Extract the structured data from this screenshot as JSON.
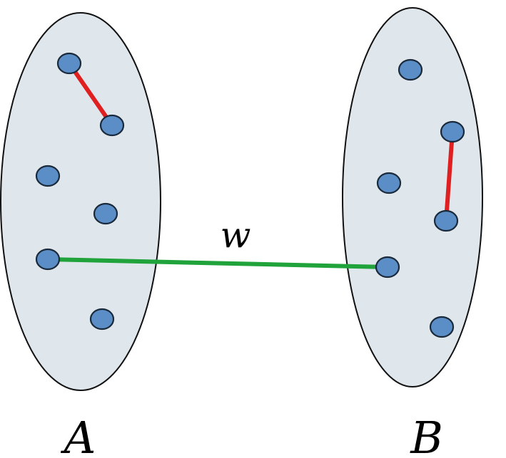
{
  "colors": {
    "set_fill": "#dfe6ec",
    "node_fill": "#5b8ec7",
    "intra_edge": "#e02020",
    "cross_edge": "#1fa33a"
  },
  "labels": {
    "set_a": "A",
    "set_b": "B",
    "cross_weight": "w"
  }
}
